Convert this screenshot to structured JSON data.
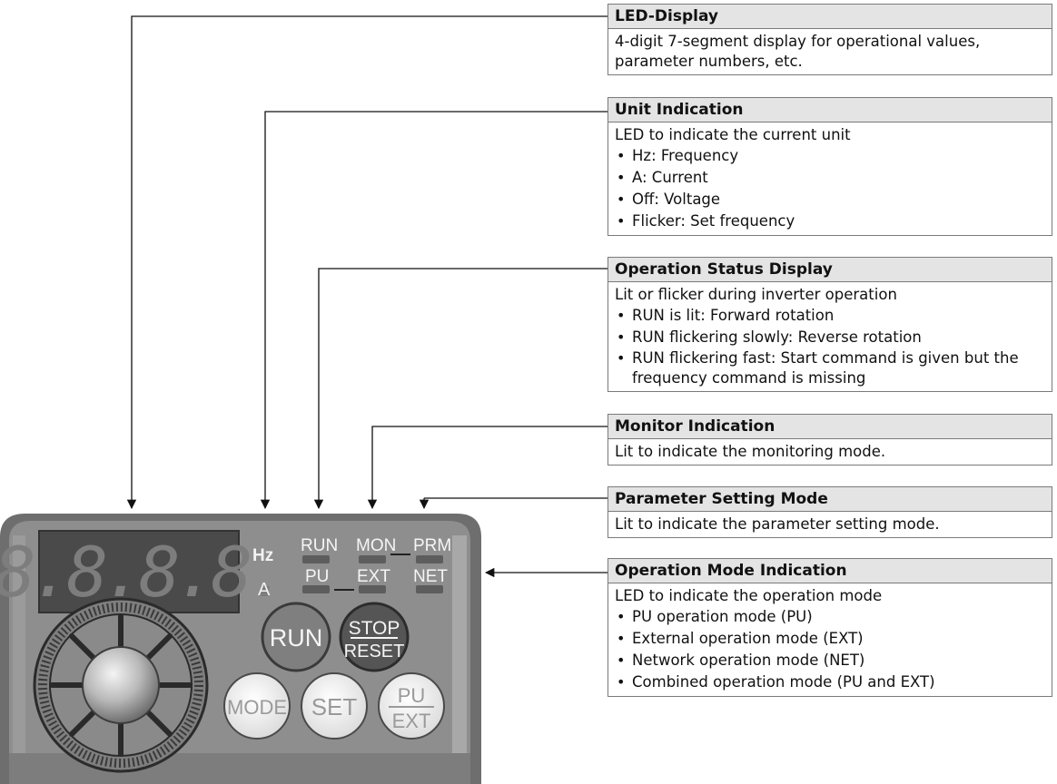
{
  "callouts": [
    {
      "title": "LED-Display",
      "lines": [
        "4-digit 7-segment display for operational values,",
        "parameter numbers, etc."
      ],
      "bullets": []
    },
    {
      "title": "Unit Indication",
      "lines": [
        "LED to indicate the current unit"
      ],
      "bullets": [
        "Hz: Frequency",
        "A: Current",
        "Off: Voltage",
        "Flicker: Set frequency"
      ]
    },
    {
      "title": "Operation Status Display",
      "lines": [
        "Lit or flicker during inverter operation"
      ],
      "bullets": [
        "RUN is lit: Forward rotation",
        "RUN flickering slowly: Reverse rotation",
        "RUN flickering fast: Start command is given but the frequency command is missing"
      ]
    },
    {
      "title": "Monitor Indication",
      "lines": [
        "Lit to indicate the monitoring mode."
      ],
      "bullets": []
    },
    {
      "title": "Parameter Setting Mode",
      "lines": [
        "Lit to indicate the parameter setting mode."
      ],
      "bullets": []
    },
    {
      "title": "Operation Mode Indication",
      "lines": [
        "LED to indicate the operation mode"
      ],
      "bullets": [
        "PU operation mode (PU)",
        "External operation mode (EXT)",
        "Network operation mode (NET)",
        "Combined operation mode (PU and EXT)"
      ]
    }
  ],
  "panel": {
    "display_digits": "8.8.8.8.",
    "unit_hz": "Hz",
    "unit_a": "A",
    "led_run": "RUN",
    "led_mon": "MON",
    "led_prm": "PRM",
    "led_pu": "PU",
    "led_ext": "EXT",
    "led_net": "NET",
    "btn_run": "RUN",
    "btn_stop": "STOP",
    "btn_reset": "RESET",
    "btn_mode": "MODE",
    "btn_set": "SET",
    "btn_pu": "PU",
    "btn_ext": "EXT"
  },
  "colors": {
    "panel_body": "#8c8c8c",
    "display_bg": "#4a4a4a",
    "segment_on": "#7a7a7a",
    "run_button": "#7f7f7f",
    "stop_button": "#555555",
    "white_button": "#f2f2f2",
    "leader_line": "#111111"
  }
}
